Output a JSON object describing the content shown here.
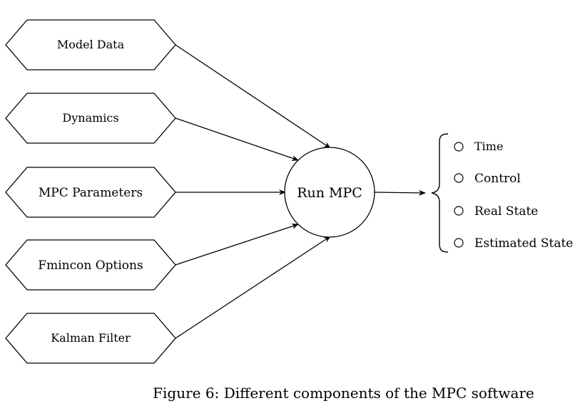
{
  "inputs": [
    {
      "label": "Model Data"
    },
    {
      "label": "Dynamics"
    },
    {
      "label": "MPC Parameters"
    },
    {
      "label": "Fmincon Options"
    },
    {
      "label": "Kalman Filter"
    }
  ],
  "center": {
    "label": "Run MPC"
  },
  "outputs": [
    {
      "label": "Time"
    },
    {
      "label": "Control"
    },
    {
      "label": "Real State"
    },
    {
      "label": "Estimated State"
    }
  ],
  "caption": "Figure 6: Different components of the MPC software"
}
